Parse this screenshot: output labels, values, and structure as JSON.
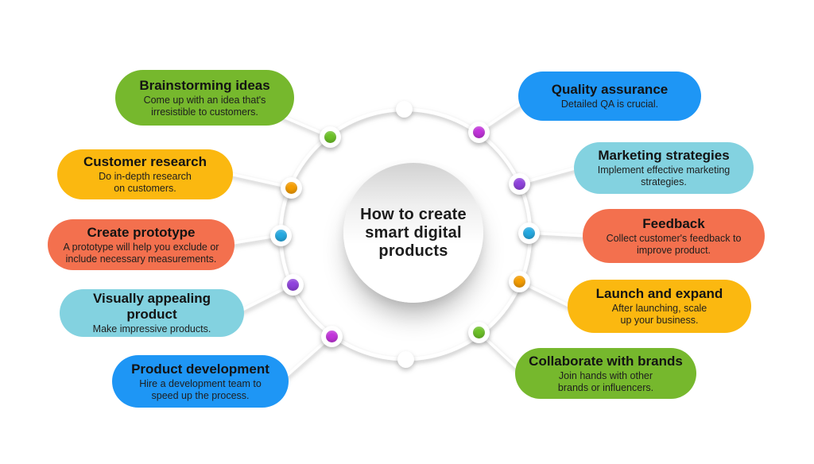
{
  "center": {
    "title": "How to create\nsmart digital\nproducts"
  },
  "items": [
    {
      "side": "left",
      "title": "Brainstorming ideas",
      "description": "Come up with an idea that's\nirresistible to customers.",
      "bubble_color": "#76b82d",
      "dot_color": "#6cc127"
    },
    {
      "side": "left",
      "title": "Customer research",
      "description": "Do in-depth research\non customers.",
      "bubble_color": "#fbb810",
      "dot_color": "#f59d00"
    },
    {
      "side": "left",
      "title": "Create prototype",
      "description": "A prototype will help you exclude or\ninclude necessary measurements.",
      "bubble_color": "#f3704e",
      "dot_color": "#24a9e1"
    },
    {
      "side": "left",
      "title": "Visually appealing product",
      "description": "Make impressive products.",
      "bubble_color": "#83d2e0",
      "dot_color": "#8f42dd"
    },
    {
      "side": "left",
      "title": "Product development",
      "description": "Hire a development team to\nspeed up the process.",
      "bubble_color": "#1e96f5",
      "dot_color": "#c233db"
    },
    {
      "side": "right",
      "title": "Quality assurance",
      "description": "Detailed QA is crucial.",
      "bubble_color": "#1e96f5",
      "dot_color": "#c233db"
    },
    {
      "side": "right",
      "title": "Marketing strategies",
      "description": "Implement effective marketing\nstrategies.",
      "bubble_color": "#83d2e0",
      "dot_color": "#8f42dd"
    },
    {
      "side": "right",
      "title": "Feedback",
      "description": "Collect customer's feedback to\nimprove product.",
      "bubble_color": "#f3704e",
      "dot_color": "#24a9e1"
    },
    {
      "side": "right",
      "title": "Launch and expand",
      "description": "After launching, scale\nup your business.",
      "bubble_color": "#fbb810",
      "dot_color": "#f59d00"
    },
    {
      "side": "right",
      "title": "Collaborate with brands",
      "description": "Join hands with other\nbrands or influencers.",
      "bubble_color": "#76b82d",
      "dot_color": "#6cc127"
    }
  ],
  "ring": {
    "color": "#ffffff"
  }
}
